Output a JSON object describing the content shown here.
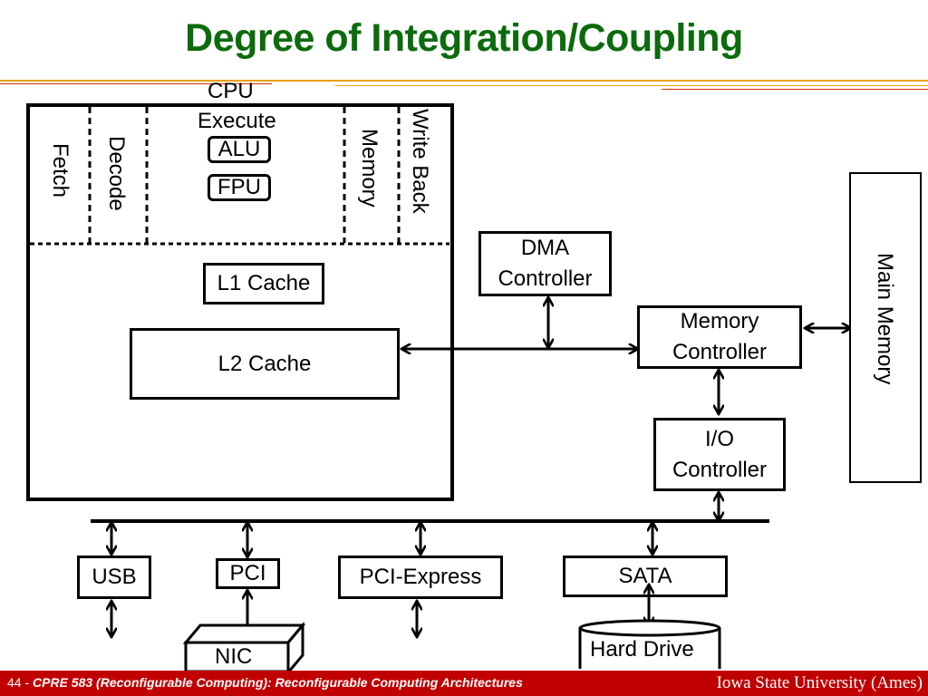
{
  "slide": {
    "title": "Degree of Integration/Coupling"
  },
  "cpu": {
    "label": "CPU",
    "stages": {
      "fetch": "Fetch",
      "decode": "Decode",
      "execute": "Execute",
      "memory": "Memory",
      "write_back": "Write Back"
    },
    "units": {
      "alu": "ALU",
      "fpu": "FPU"
    },
    "l1": "L1 Cache",
    "l2": "L2 Cache"
  },
  "components": {
    "dma_line1": "DMA",
    "dma_line2": "Controller",
    "memctl_line1": "Memory",
    "memctl_line2": "Controller",
    "ioctl_line1": "I/O",
    "ioctl_line2": "Controller",
    "main_memory": "Main Memory"
  },
  "bus_devices": {
    "usb": "USB",
    "pci": "PCI",
    "pcie": "PCI-Express",
    "sata": "SATA",
    "nic": "NIC",
    "hard_drive": "Hard Drive"
  },
  "footer": {
    "page": "44 -",
    "course": "CPRE 583 (Reconfigurable Computing):  Reconfigurable Computing Architectures",
    "university": "Iowa State University (Ames)"
  },
  "colors": {
    "title": "#0c6b0c",
    "footer_bg": "#c00000",
    "accent_rule": "#e8a000"
  }
}
